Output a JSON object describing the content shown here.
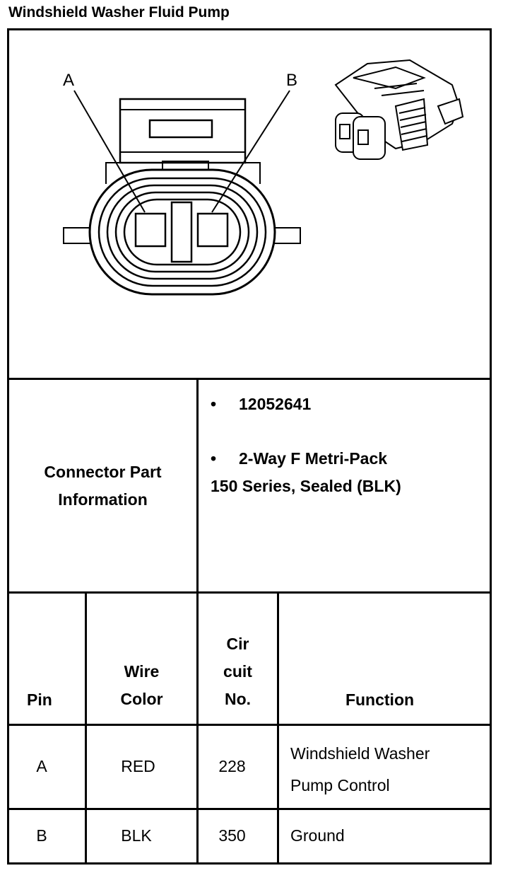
{
  "title": "Windshield Washer Fluid Pump",
  "diagram": {
    "pin_label_a": "A",
    "pin_label_b": "B"
  },
  "connector_info": {
    "label_line1": "Connector Part",
    "label_line2": "Information",
    "bullet_symbol": "•",
    "part_number": "12052641",
    "description_line1": "2-Way F Metri-Pack",
    "description_line2": "150 Series, Sealed (BLK)"
  },
  "pin_table": {
    "headers": {
      "pin": "Pin",
      "wire_color_line1": "Wire",
      "wire_color_line2": "Color",
      "circuit_line1": "Cir",
      "circuit_line2": "cuit",
      "circuit_line3": "No.",
      "function": "Function"
    },
    "rows": [
      {
        "pin": "A",
        "wire_color": "RED",
        "circuit": "228",
        "function_line1": "Windshield Washer",
        "function_line2": "Pump Control"
      },
      {
        "pin": "B",
        "wire_color": "BLK",
        "circuit": "350",
        "function_line1": "Ground",
        "function_line2": ""
      }
    ]
  }
}
